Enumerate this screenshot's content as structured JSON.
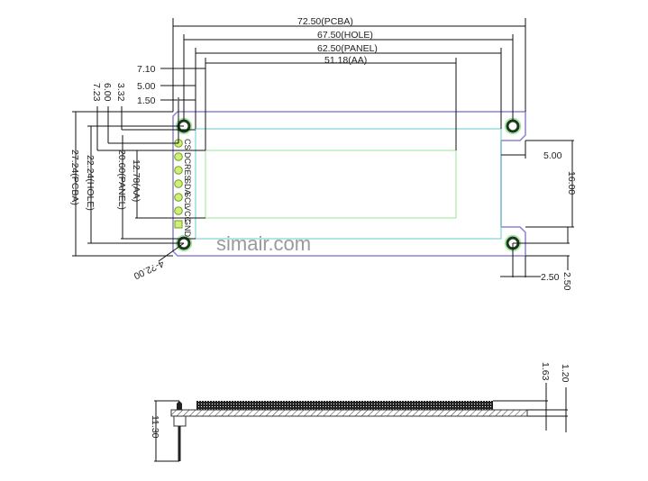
{
  "dimensions": {
    "width_pcba": "72.50(PCBA)",
    "width_hole": "67.50(HOLE)",
    "width_panel": "62.50(PANEL)",
    "width_aa": "51.18(AA)",
    "left_7_10": "7.10",
    "left_5_00": "5.00",
    "left_1_50": "1.50",
    "v_7_23": "7.23",
    "v_6_00": "6.00",
    "v_3_32": "3.32",
    "height_pcba": "27.24(PCBA)",
    "height_hole": "22.24(HOLE)",
    "height_panel": "20.60(PANEL)",
    "height_aa": "12.78(AA)",
    "hole_dia": "4-?2.00",
    "notch_depth": "5.00",
    "notch_height": "16.00",
    "hole_offset_x": "2.50",
    "hole_offset_y": "2.50",
    "side_height": "11.30",
    "side_thickness_1": "1.63",
    "side_thickness_2": "1.20"
  },
  "pins": [
    "CS",
    "DC",
    "RES",
    "SDA",
    "SCL",
    "VCC",
    "GND"
  ],
  "watermark": "simair.com",
  "colors": {
    "pcba": "#8a84d0",
    "panel": "#66cccc",
    "active_area": "#99e699",
    "pin_pad": "#ccf07a",
    "hole": "#1a3a1a"
  }
}
